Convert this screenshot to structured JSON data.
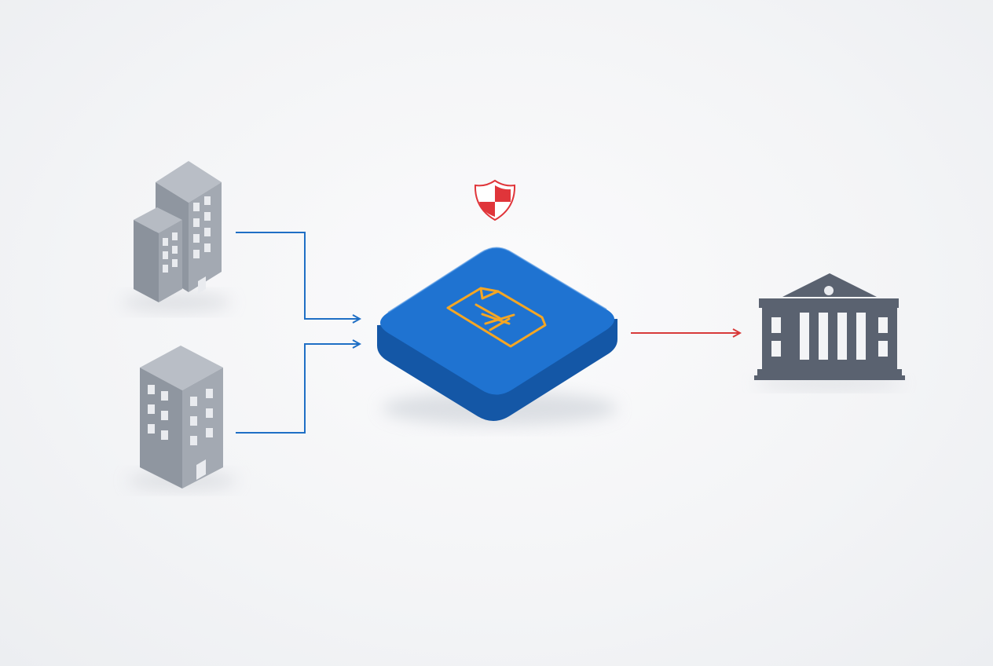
{
  "diagram": {
    "nodes": [
      {
        "id": "office-building-a",
        "kind": "office-building-icon"
      },
      {
        "id": "office-building-b",
        "kind": "office-building-icon"
      },
      {
        "id": "central-platform",
        "kind": "document-icon"
      },
      {
        "id": "security-badge",
        "kind": "shield-icon"
      },
      {
        "id": "bank-building",
        "kind": "bank-icon"
      }
    ],
    "edges": [
      {
        "from": "office-building-a",
        "to": "central-platform",
        "color": "#1f6fc5"
      },
      {
        "from": "office-building-b",
        "to": "central-platform",
        "color": "#1f6fc5"
      },
      {
        "from": "central-platform",
        "to": "bank-building",
        "color": "#d83a3a"
      }
    ]
  },
  "colors": {
    "background": "#f3f4f6",
    "platform": "#1f73d1",
    "platform_side": "#1457a6",
    "document_outline": "#f5a623",
    "building": "#9aa1ab",
    "bank": "#5a6270",
    "inbound_arrow": "#1f6fc5",
    "outbound_arrow": "#d83a3a",
    "shield": "#e0353a"
  }
}
